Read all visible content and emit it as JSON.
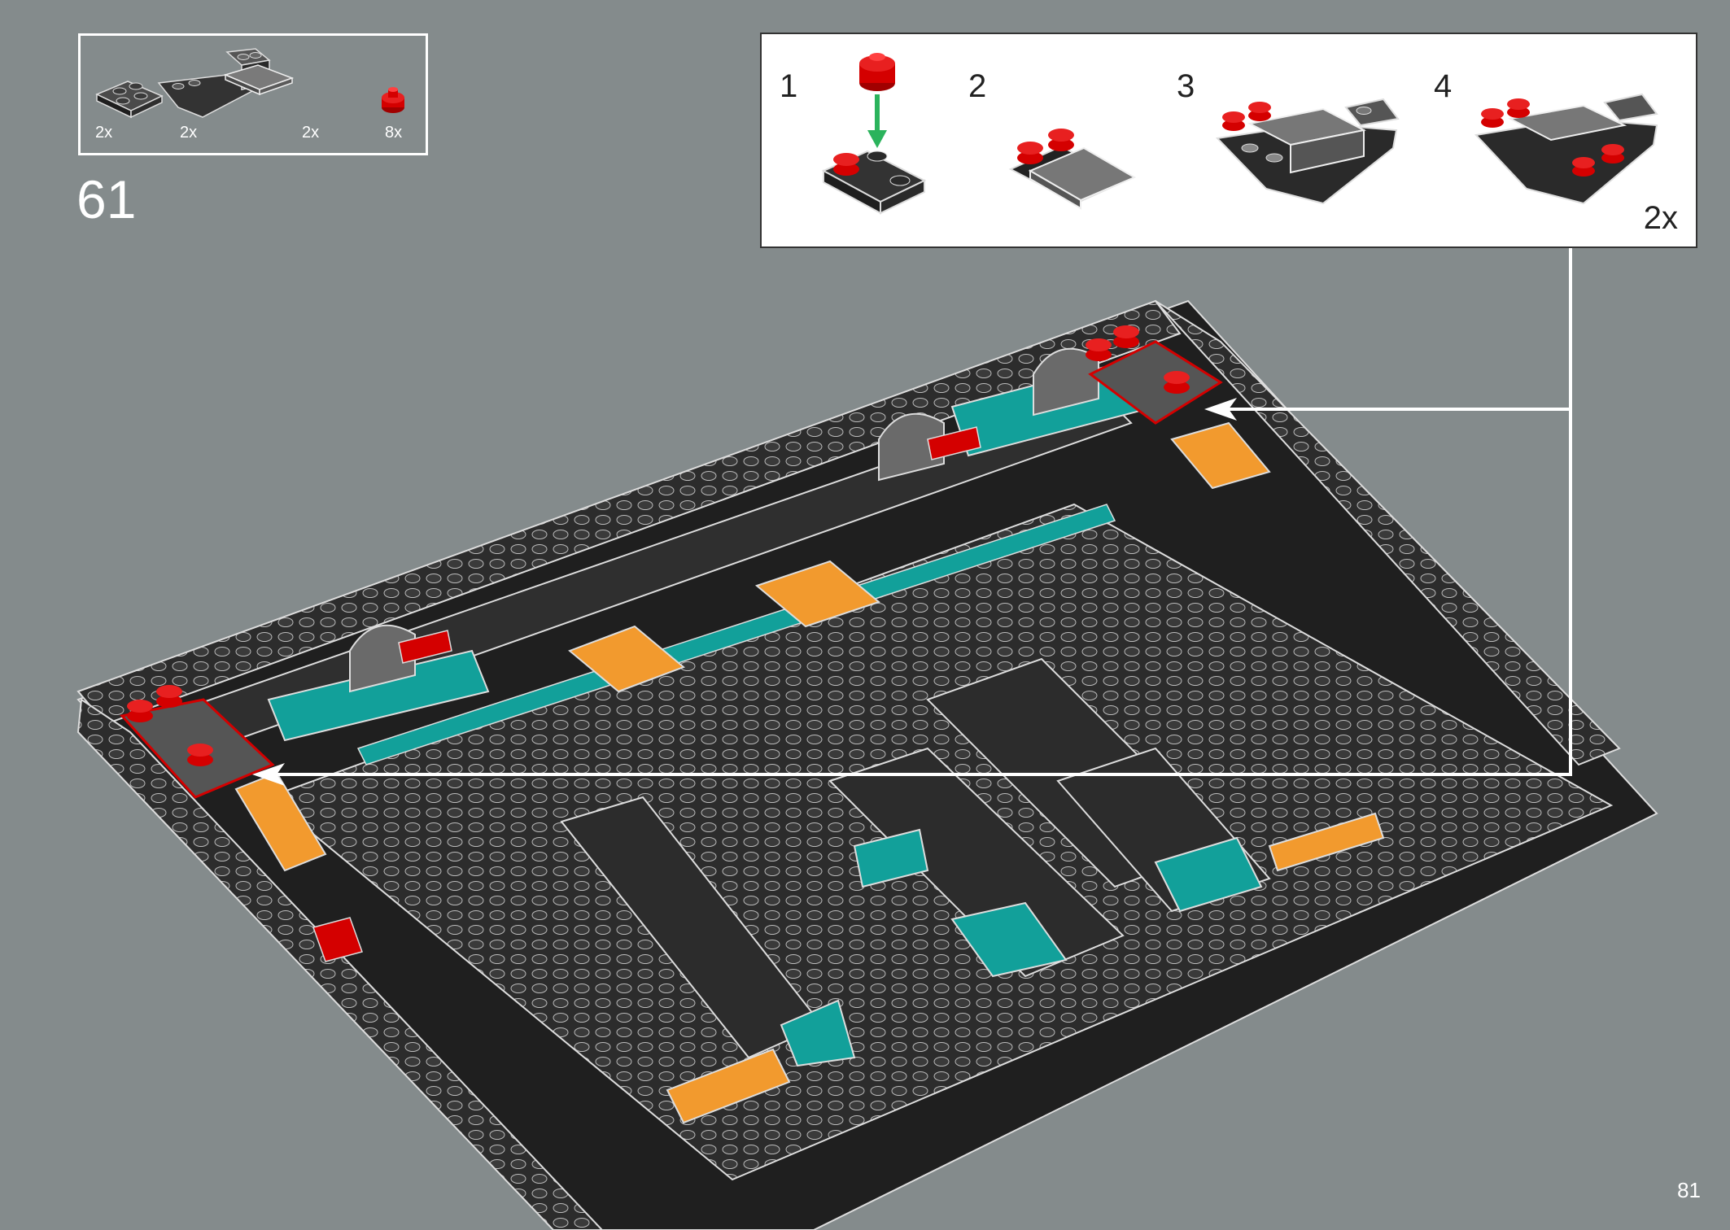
{
  "step": {
    "number": "61"
  },
  "parts_list": {
    "items": [
      {
        "qty": "2x",
        "icon": "dark-grey-plate-2x2-icon"
      },
      {
        "qty": "2x",
        "icon": "inverted-slope-assembly-icon"
      },
      {
        "qty": "2x",
        "icon": "grey-tile-2x2-icon"
      },
      {
        "qty": "8x",
        "icon": "red-round-plate-1x1-icon"
      }
    ]
  },
  "callout": {
    "substeps": [
      {
        "label": "1"
      },
      {
        "label": "2"
      },
      {
        "label": "3"
      },
      {
        "label": "4"
      }
    ],
    "multiplier": "2x"
  },
  "page": {
    "number": "81"
  },
  "colors": {
    "background": "#848b8c",
    "dark_grey": "#2c2c2c",
    "light_grey": "#a9a9a9",
    "red": "#d40000",
    "teal": "#12a09a",
    "orange": "#f29a2e",
    "arrow_green": "#2bb35c"
  }
}
